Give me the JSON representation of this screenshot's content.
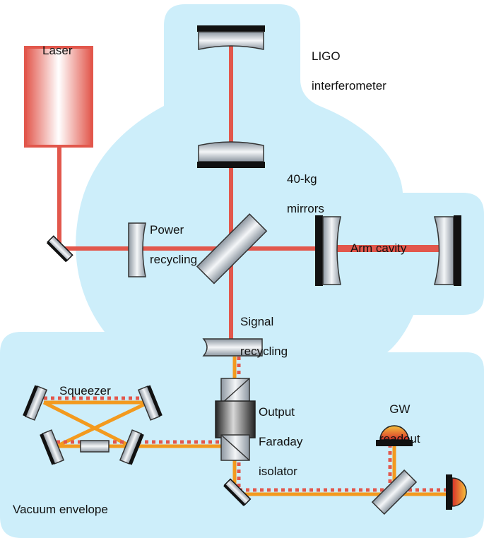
{
  "diagram": {
    "labels": {
      "laser": "Laser",
      "ligo": [
        "LIGO",
        "interferometer"
      ],
      "mirrors": [
        "40-kg",
        "mirrors"
      ],
      "power_recycling": [
        "Power",
        "recycling"
      ],
      "arm_cavity": "Arm cavity",
      "signal_recycling": [
        "Signal",
        "recycling"
      ],
      "squeezer": "Squeezer",
      "faraday": [
        "Output",
        "Faraday",
        "isolator"
      ],
      "gw_readout": [
        "GW",
        "readout"
      ],
      "vacuum_envelope": "Vacuum envelope"
    },
    "colors": {
      "vacuum": "#cdeefa",
      "laser_beam": "#e2574c",
      "squeezed_beam": "#f39a1e",
      "squeezed_dash": "#e2574c",
      "optic_dark": "#111111",
      "laser_body": "#e2574c",
      "detector_top": "#f2b233",
      "detector_bottom": "#d8312a"
    }
  }
}
